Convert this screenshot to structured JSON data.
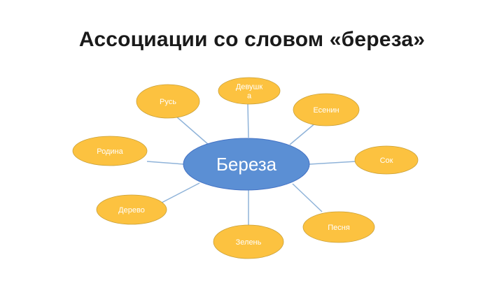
{
  "slide": {
    "title": "Ассоциации со словом «береза»"
  },
  "diagram": {
    "center": {
      "label": "Береза"
    },
    "nodes": [
      {
        "id": "devushka",
        "lines": [
          "Девушк",
          "а"
        ]
      },
      {
        "id": "rus",
        "lines": [
          "Русь"
        ]
      },
      {
        "id": "esenin",
        "lines": [
          "Есенин"
        ]
      },
      {
        "id": "rodina",
        "lines": [
          "Родина"
        ]
      },
      {
        "id": "sok",
        "lines": [
          "Сок"
        ]
      },
      {
        "id": "derevo",
        "lines": [
          "Дерево"
        ]
      },
      {
        "id": "pesnya",
        "lines": [
          "Песня"
        ]
      },
      {
        "id": "zelen",
        "lines": [
          "Зелень"
        ]
      }
    ]
  },
  "colors": {
    "center_fill": "#5b8fd4",
    "center_stroke": "#4472c4",
    "center_text": "#ffffff",
    "node_fill": "#fcc240",
    "node_stroke": "#c9a038",
    "node_text": "#ffffff",
    "connector": "#8fb3d9",
    "title": "#1a1a1a"
  }
}
